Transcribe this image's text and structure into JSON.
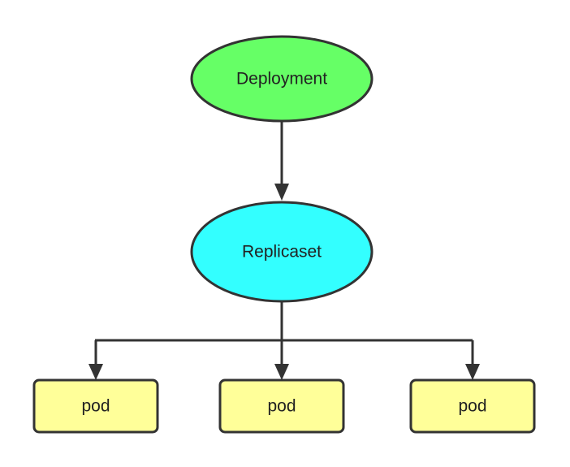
{
  "nodes": {
    "deployment": {
      "label": "Deployment",
      "color": "#66FF66"
    },
    "replicaset": {
      "label": "Replicaset",
      "color": "#33FFFF"
    },
    "pods": [
      {
        "label": "pod",
        "color": "#FFFF99"
      },
      {
        "label": "pod",
        "color": "#FFFF99"
      },
      {
        "label": "pod",
        "color": "#FFFF99"
      }
    ]
  },
  "colors": {
    "stroke": "#333333",
    "text": "#222222",
    "background": "#FFFFFF"
  }
}
